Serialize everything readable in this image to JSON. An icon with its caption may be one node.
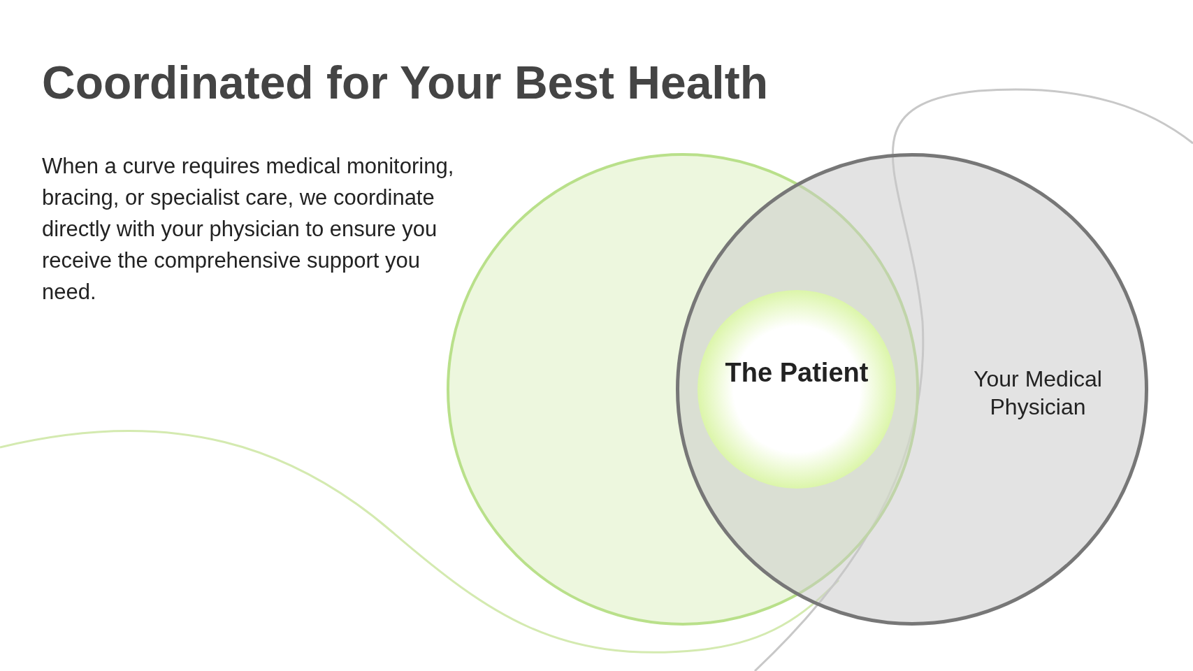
{
  "diagram": {
    "title": "Coordinated for Your Best Health",
    "nodes": [
      {
        "text": [],
        "shape": "circle"
      },
      {
        "text": [
          "Your Medical Physician"
        ]
      },
      {
        "text": [
          "The Patient"
        ]
      }
    ],
    "labels": [
      "When a curve requires medical monitoring, bracing, or specialist care, we coordinate directly with your physician to ensure you receive the comprehensive support you need."
    ]
  }
}
